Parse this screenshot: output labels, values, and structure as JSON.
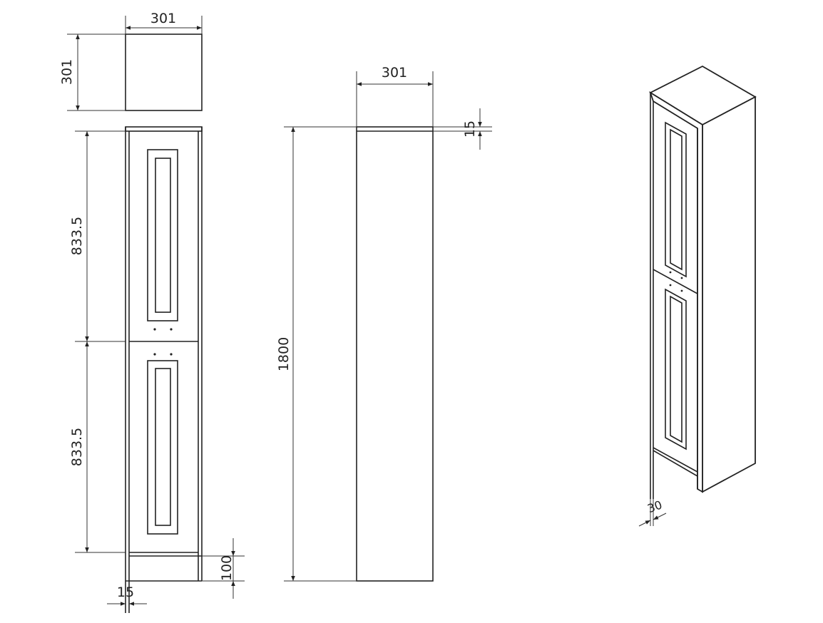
{
  "views": {
    "top": {
      "width_label": "301",
      "depth_label": "301"
    },
    "front": {
      "upper_door_label": "833.5",
      "lower_door_label": "833.5",
      "plinth_label": "100",
      "side_thickness_label": "15"
    },
    "side": {
      "depth_label": "301",
      "height_label": "1800",
      "top_thickness_label": "15"
    },
    "isometric": {
      "recess_label": "30"
    }
  }
}
